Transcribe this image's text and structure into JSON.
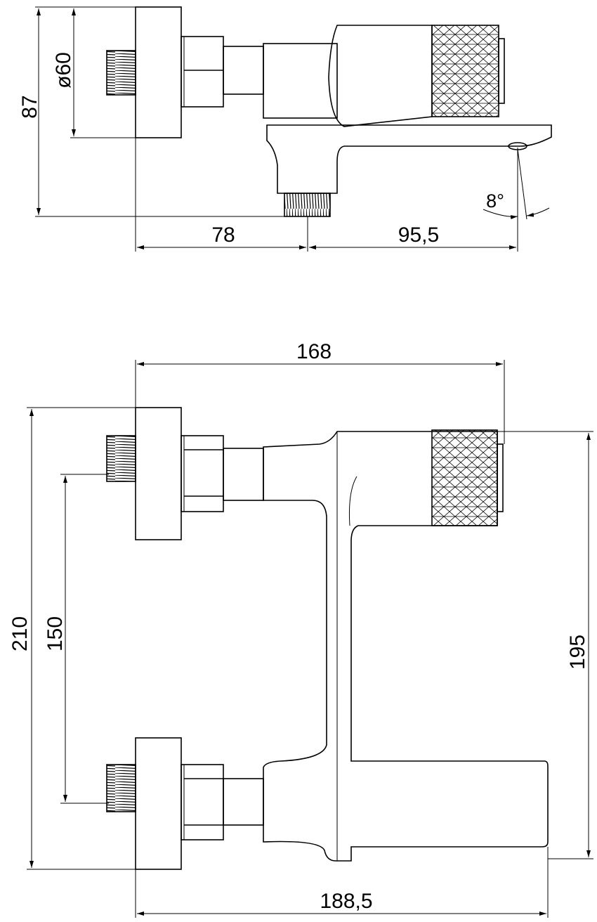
{
  "top_view": {
    "dimensions": {
      "height": "87",
      "flange_diameter": "ø60",
      "wall_to_outlet": "78",
      "spout_reach": "95,5",
      "spout_angle": "8°"
    }
  },
  "front_view": {
    "dimensions": {
      "width_top": "168",
      "total_height": "210",
      "inlet_spacing": "150",
      "body_height": "195",
      "total_width": "188,5"
    }
  }
}
